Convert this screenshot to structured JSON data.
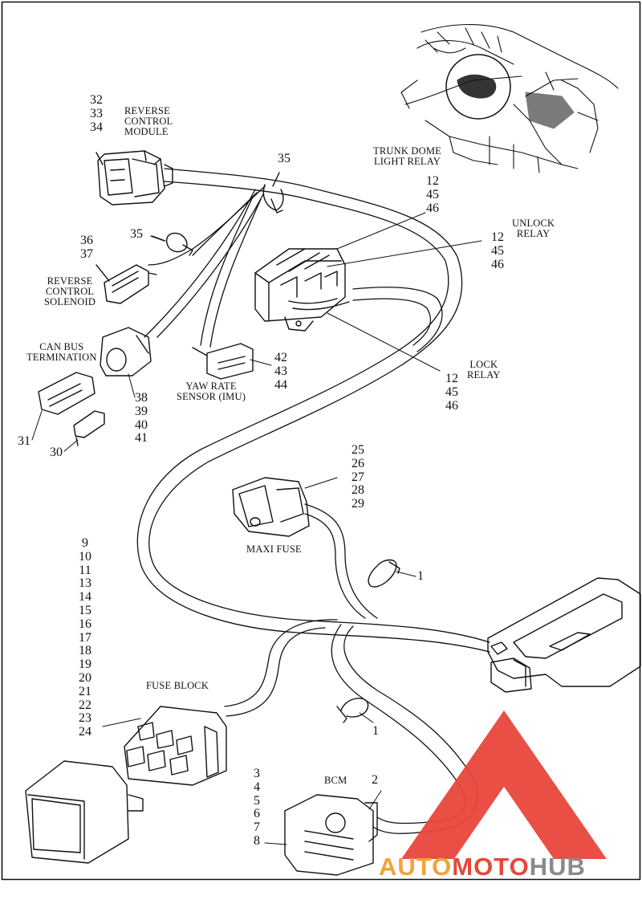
{
  "colors": {
    "line": "#111111",
    "watermark_red": "#e8463a",
    "watermark_orange": "#f2a23a",
    "watermark_grey": "#8a8a8a"
  },
  "labels": {
    "reverse_control_module": [
      "REVERSE",
      "CONTROL",
      "MODULE"
    ],
    "trunk_dome_light_relay": [
      "TRUNK DOME",
      "LIGHT RELAY"
    ],
    "unlock_relay": [
      "UNLOCK",
      "RELAY"
    ],
    "lock_relay": [
      "LOCK",
      "RELAY"
    ],
    "reverse_control_solenoid": [
      "REVERSE",
      "CONTROL",
      "SOLENOID"
    ],
    "can_bus_termination": [
      "CAN BUS",
      "TERMINATION"
    ],
    "yaw_rate_sensor": [
      "YAW RATE",
      "SENSOR (IMU)"
    ],
    "maxi_fuse": "MAXI FUSE",
    "fuse_block": "FUSE BLOCK",
    "bcm": "BCM"
  },
  "callouts": {
    "rcm": [
      "32",
      "33",
      "34"
    ],
    "clip_top": "35",
    "clip_side": "35",
    "solenoid": [
      "36",
      "37"
    ],
    "trunk": [
      "12",
      "45",
      "46"
    ],
    "unlock": [
      "12",
      "45",
      "46"
    ],
    "lock": [
      "12",
      "45",
      "46"
    ],
    "yaw": [
      "42",
      "43",
      "44"
    ],
    "can": [
      "38",
      "39",
      "40",
      "41"
    ],
    "term_31": "31",
    "term_30": "30",
    "maxi": [
      "25",
      "26",
      "27",
      "28",
      "29"
    ],
    "strap_upper": "1",
    "strap_lower": "1",
    "fuse_block": [
      "9",
      "10",
      "11",
      "13",
      "14",
      "15",
      "16",
      "17",
      "18",
      "19",
      "20",
      "21",
      "22",
      "23",
      "24"
    ],
    "bcm_left": [
      "3",
      "4",
      "5",
      "6",
      "7",
      "8"
    ],
    "bcm_top": "2"
  },
  "watermark": {
    "part1": "AUTO",
    "part2": "MOTO",
    "part3": "HUB"
  }
}
